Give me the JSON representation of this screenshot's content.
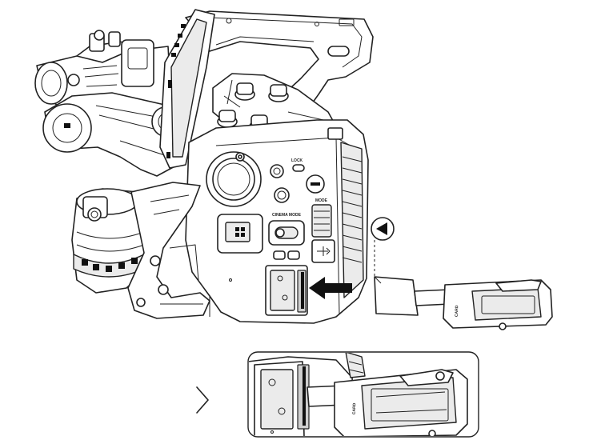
{
  "diagram": {
    "insert_direction": "left",
    "labels": {
      "lock": "LOCK",
      "mode": "MODE",
      "cinema_mode": "CINEMA MODE",
      "card_reader": "CARD"
    },
    "icons": [
      "play-left-icon",
      "insert-arrow-icon",
      "chevron-right-icon",
      "usb-icon"
    ]
  }
}
